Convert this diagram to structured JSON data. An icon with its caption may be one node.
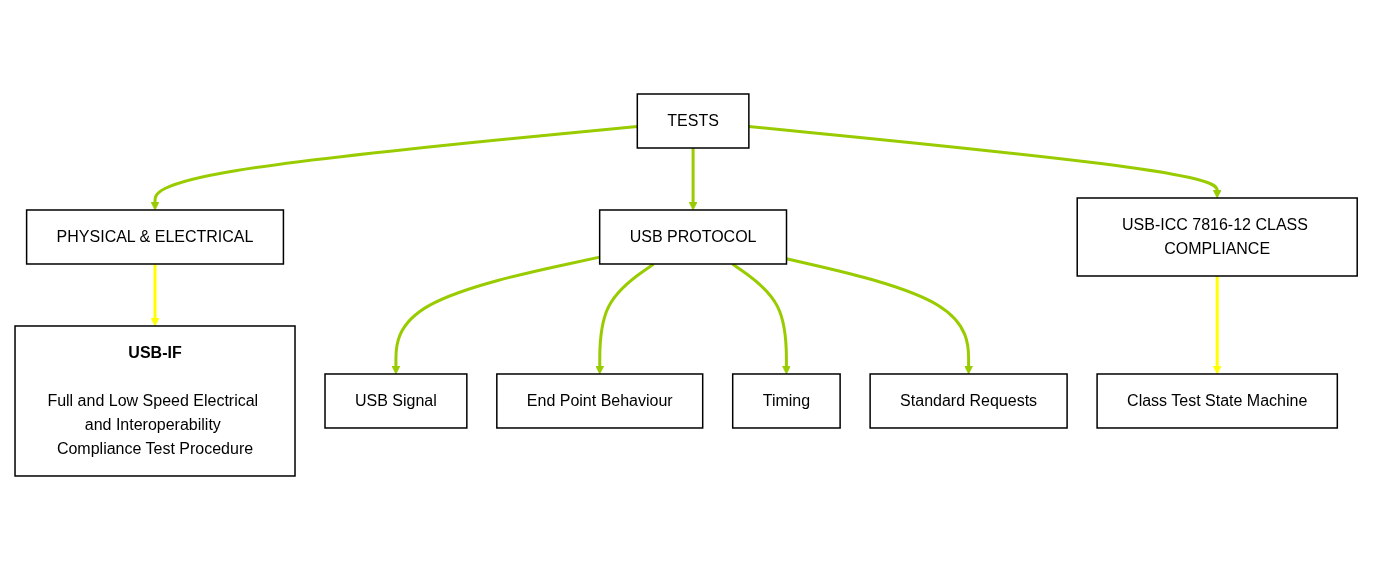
{
  "diagram": {
    "nodes": [
      {
        "text": [
          "TESTS"
        ]
      },
      {
        "text": [
          "PHYSICAL & ELECTRICAL"
        ]
      },
      {
        "text": [
          "USB PROTOCOL"
        ]
      },
      {
        "text": [
          "USB-ICC 7816-12 CLASS COMPLIANCE"
        ]
      },
      {
        "text": [
          "USB-IF",
          "Full and Low Speed Electrical and Interoperability Compliance Test Procedure"
        ]
      },
      {
        "text": [
          "USB Signal"
        ]
      },
      {
        "text": [
          "End Point Behaviour"
        ]
      },
      {
        "text": [
          "Timing"
        ]
      },
      {
        "text": [
          "Standard Requests"
        ]
      },
      {
        "text": [
          "Class Test State Machine"
        ]
      }
    ],
    "edges": [
      {
        "from": 0,
        "to": 1,
        "arrow": "to"
      },
      {
        "from": 0,
        "to": 2,
        "arrow": "to"
      },
      {
        "from": 0,
        "to": 3,
        "arrow": "to"
      },
      {
        "from": 1,
        "to": 4,
        "arrow": "to",
        "color": "#ffff00"
      },
      {
        "from": 2,
        "to": 5,
        "arrow": "to"
      },
      {
        "from": 2,
        "to": 6,
        "arrow": "to"
      },
      {
        "from": 2,
        "to": 7,
        "arrow": "to"
      },
      {
        "from": 2,
        "to": 8,
        "arrow": "to"
      },
      {
        "from": 3,
        "to": 9,
        "arrow": "to",
        "color": "#ffff00"
      }
    ]
  }
}
